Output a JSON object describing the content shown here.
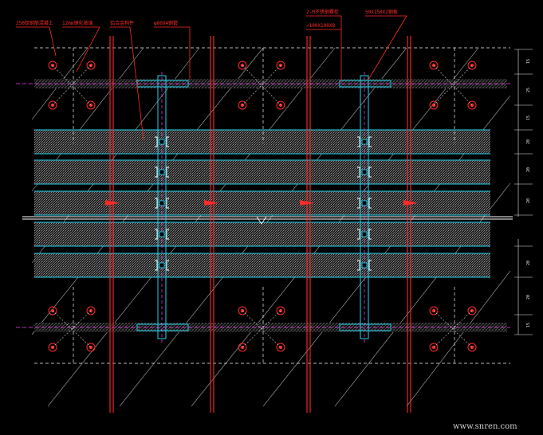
{
  "labels": {
    "l1": "250厚钢筋混凝土",
    "l2": "12mm钢化玻璃",
    "l3": "铝合金构件",
    "l4": "φ80X4钢管",
    "l5": "2-M不锈钢螺栓",
    "l6": "∠100X100X8",
    "l7": "50X150X2钢板"
  },
  "dims_top": [
    "15",
    "25",
    "15",
    "20",
    "20",
    "20"
  ],
  "dims_bottom": [
    "20",
    "20",
    "15"
  ],
  "watermark": "www.snren.com",
  "colors": {
    "background": "#000000",
    "red": "#ff2a2a",
    "cyan": "#22d3ee",
    "magenta": "#ff3cff",
    "hatch": "#8a8a8a",
    "white": "#ffffff"
  }
}
